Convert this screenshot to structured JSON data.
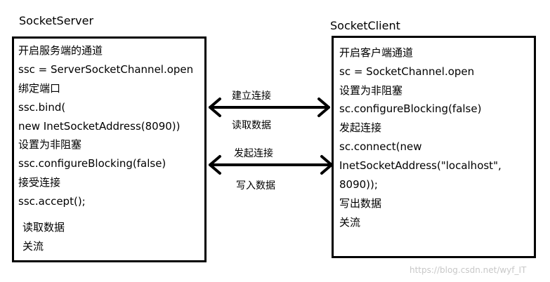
{
  "server": {
    "title": "SocketServer",
    "lines": [
      "开启服务端的通道",
      "ssc = ServerSocketChannel.open",
      "绑定端口",
      "ssc.bind(",
      "new InetSocketAddress(8090))",
      "设置为非阻塞",
      "ssc.configureBlocking(false)",
      "接受连接",
      "ssc.accept();",
      "读取数据",
      "关流"
    ]
  },
  "client": {
    "title": "SocketClient",
    "lines": [
      "开启客户端通道",
      "sc = SocketChannel.open",
      "设置为非阻塞",
      "sc.configureBlocking(false)",
      "发起连接",
      "sc.connect(new",
      "InetSocketAddress(\"localhost\",",
      "8090));",
      "写出数据",
      "关流"
    ]
  },
  "arrows": {
    "top": {
      "above": "建立连接",
      "below": "读取数据"
    },
    "bottom": {
      "above": "发起连接",
      "below": "写入数据"
    }
  },
  "watermark": "https://blog.csdn.net/wyf_IT"
}
